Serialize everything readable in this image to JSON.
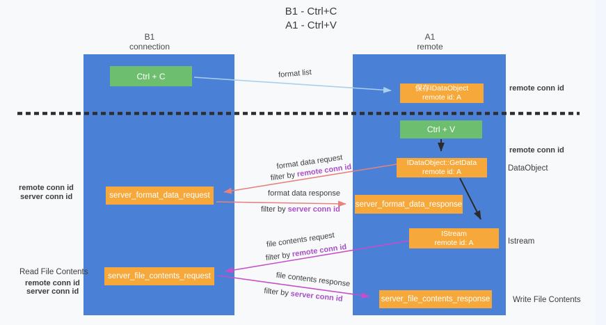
{
  "title": {
    "line1": "B1 - Ctrl+C",
    "line2": "A1 - Ctrl+V"
  },
  "lanes": {
    "left": {
      "title": "B1",
      "subtitle": "connection"
    },
    "right": {
      "title": "A1",
      "subtitle": "remote"
    }
  },
  "nodes": {
    "ctrl_c": {
      "label": "Ctrl + C"
    },
    "ctrl_v": {
      "label": "Ctrl + V"
    },
    "save_idataobject": {
      "line1": "保存IDataObject",
      "line2": "remote id: A"
    },
    "getdata": {
      "line1": "IDataObject::GetData",
      "line2": "remote id: A"
    },
    "istream": {
      "line1": "IStream",
      "line2": "remote id: A"
    },
    "format_request": {
      "label": "server_format_data_request"
    },
    "format_response": {
      "label": "server_format_data_response"
    },
    "file_request": {
      "label": "server_file_contents_request"
    },
    "file_response": {
      "label": "server_file_contents_response"
    }
  },
  "edge_labels": {
    "format_list": "format list",
    "format_data_request": "format data request",
    "format_data_response": "format data response",
    "file_contents_request": "file contents request",
    "file_contents_response": "file contents response",
    "filter_by": "filter by",
    "remote_conn_id": "remote conn id",
    "server_conn_id": "server conn id"
  },
  "side_labels": {
    "remote_conn_id": "remote conn id",
    "server_conn_id": "server conn id",
    "dataobject": "DataObject",
    "istream": "Istream",
    "read_file_contents": "Read File Contents",
    "write_file_contents": "Write File Contents"
  },
  "colors": {
    "lane_blue": "#4a80d6",
    "node_green": "#6dbf6f",
    "node_orange": "#f6a83b",
    "arrow_black": "#2b2b2b",
    "arrow_salmon": "#e8827e",
    "arrow_magenta": "#c74ecb",
    "arrow_lightblue": "#a9cfec",
    "label_purple": "#a84fc8",
    "label_green": "#56b556",
    "dashed_line": "#2f2f2f"
  }
}
